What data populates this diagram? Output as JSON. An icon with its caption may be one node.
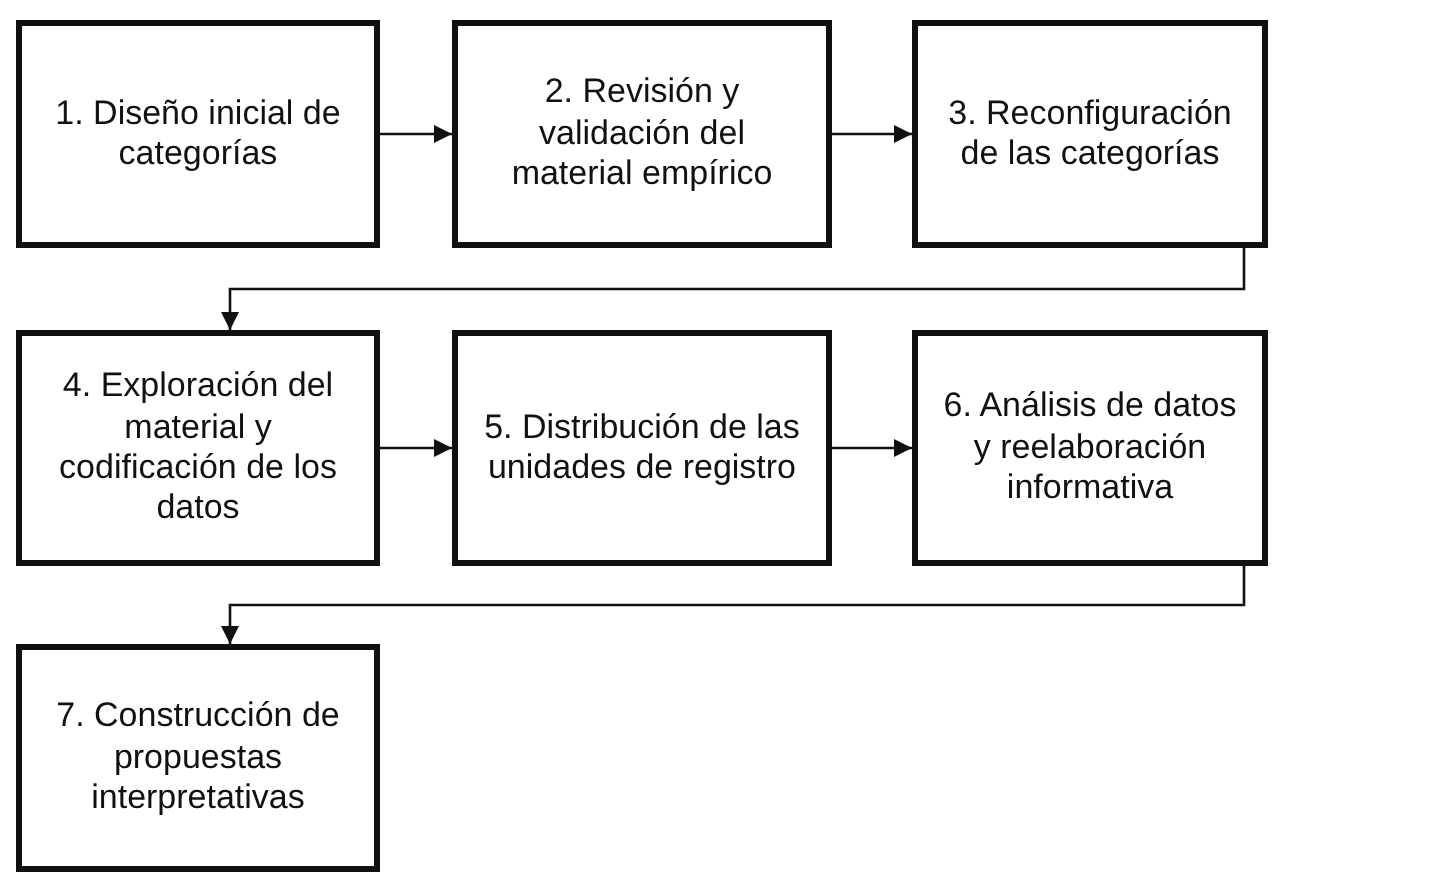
{
  "diagram": {
    "nodes": [
      {
        "text": [
          "1. Diseño inicial de categorías"
        ]
      },
      {
        "text": [
          "2. Revisión y validación del material empírico"
        ]
      },
      {
        "text": [
          "3. Reconfiguración de las categorías"
        ]
      },
      {
        "text": [
          "4. Exploración del material y codificación de los datos"
        ]
      },
      {
        "text": [
          "5. Distribución de las unidades de registro"
        ]
      },
      {
        "text": [
          "6. Análisis de datos y reelaboración informativa"
        ]
      },
      {
        "text": [
          "7. Construcción de propuestas interpretativas"
        ]
      }
    ],
    "edges": [
      {
        "from": 0,
        "to": 1,
        "arrow": "to"
      },
      {
        "from": 1,
        "to": 2,
        "arrow": "to"
      },
      {
        "from": 2,
        "to": 3,
        "arrow": "to"
      },
      {
        "from": 3,
        "to": 4,
        "arrow": "to"
      },
      {
        "from": 4,
        "to": 5,
        "arrow": "to"
      },
      {
        "from": 5,
        "to": 6,
        "arrow": "to"
      }
    ]
  }
}
